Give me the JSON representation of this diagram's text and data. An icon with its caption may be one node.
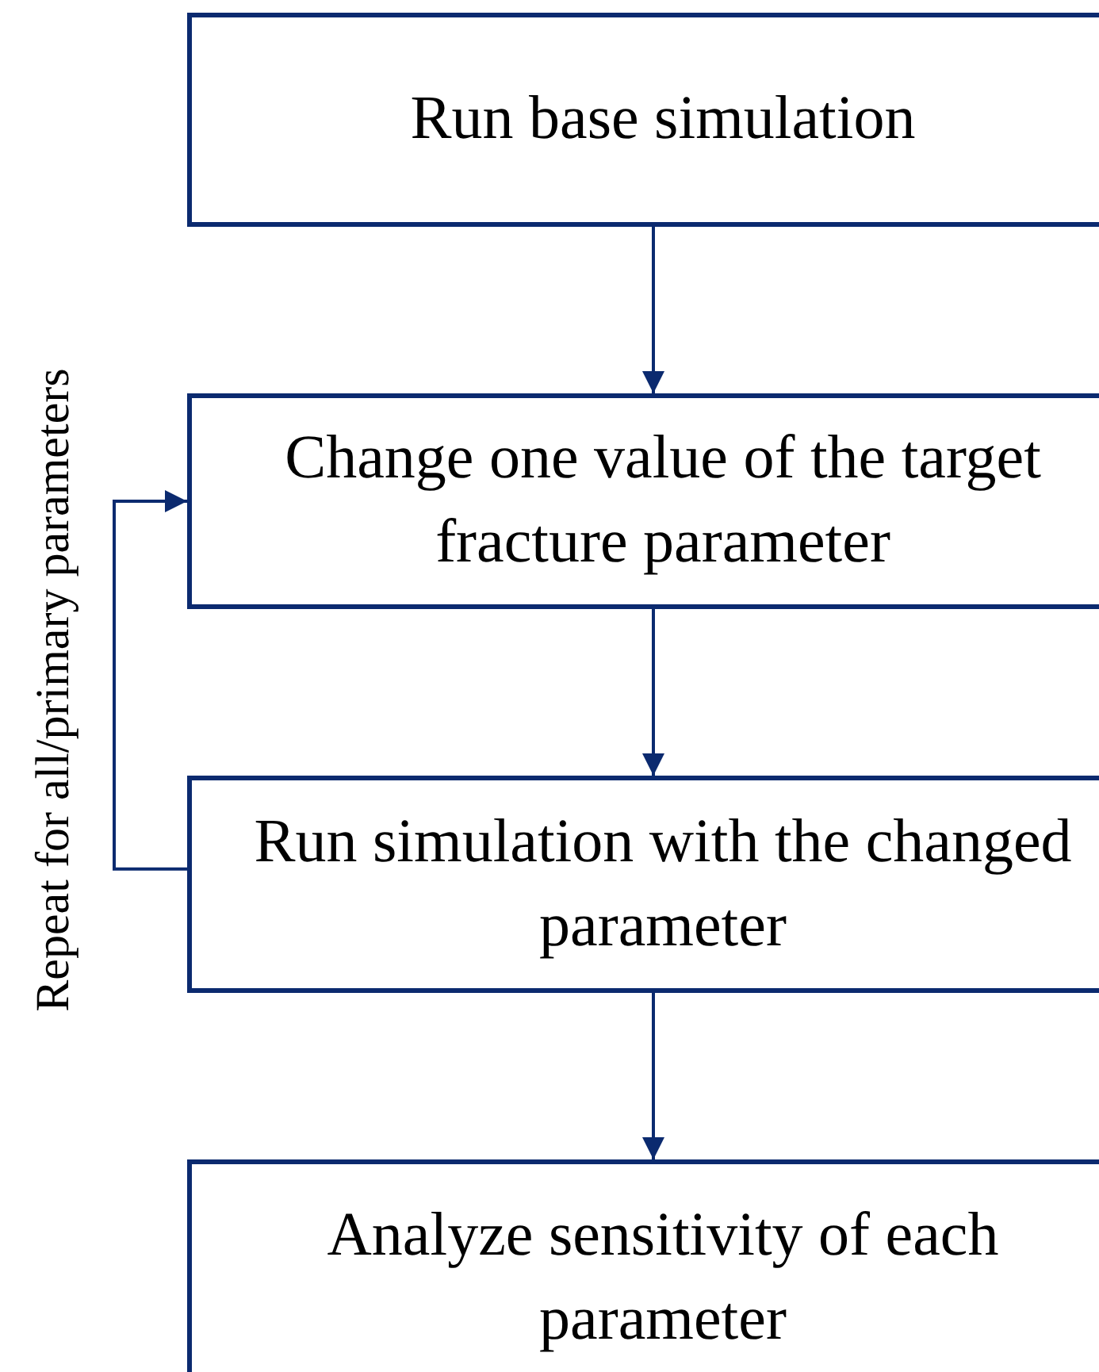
{
  "diagram": {
    "nodes": [
      {
        "text": [
          "Run base simulation"
        ]
      },
      {
        "text": [
          "Change one value of the target fracture parameter"
        ]
      },
      {
        "text": [
          "Run simulation with the changed parameter"
        ]
      },
      {
        "text": [
          "Analyze sensitivity of each parameter"
        ]
      }
    ],
    "edges": [
      {
        "from": 0,
        "to": 1,
        "arrow": "to"
      },
      {
        "from": 1,
        "to": 2,
        "arrow": "to"
      },
      {
        "from": 2,
        "to": 3,
        "arrow": "to"
      },
      {
        "from": 2,
        "to": 1,
        "arrow": "to",
        "label": "Repeat for all/primary parameters"
      }
    ]
  }
}
